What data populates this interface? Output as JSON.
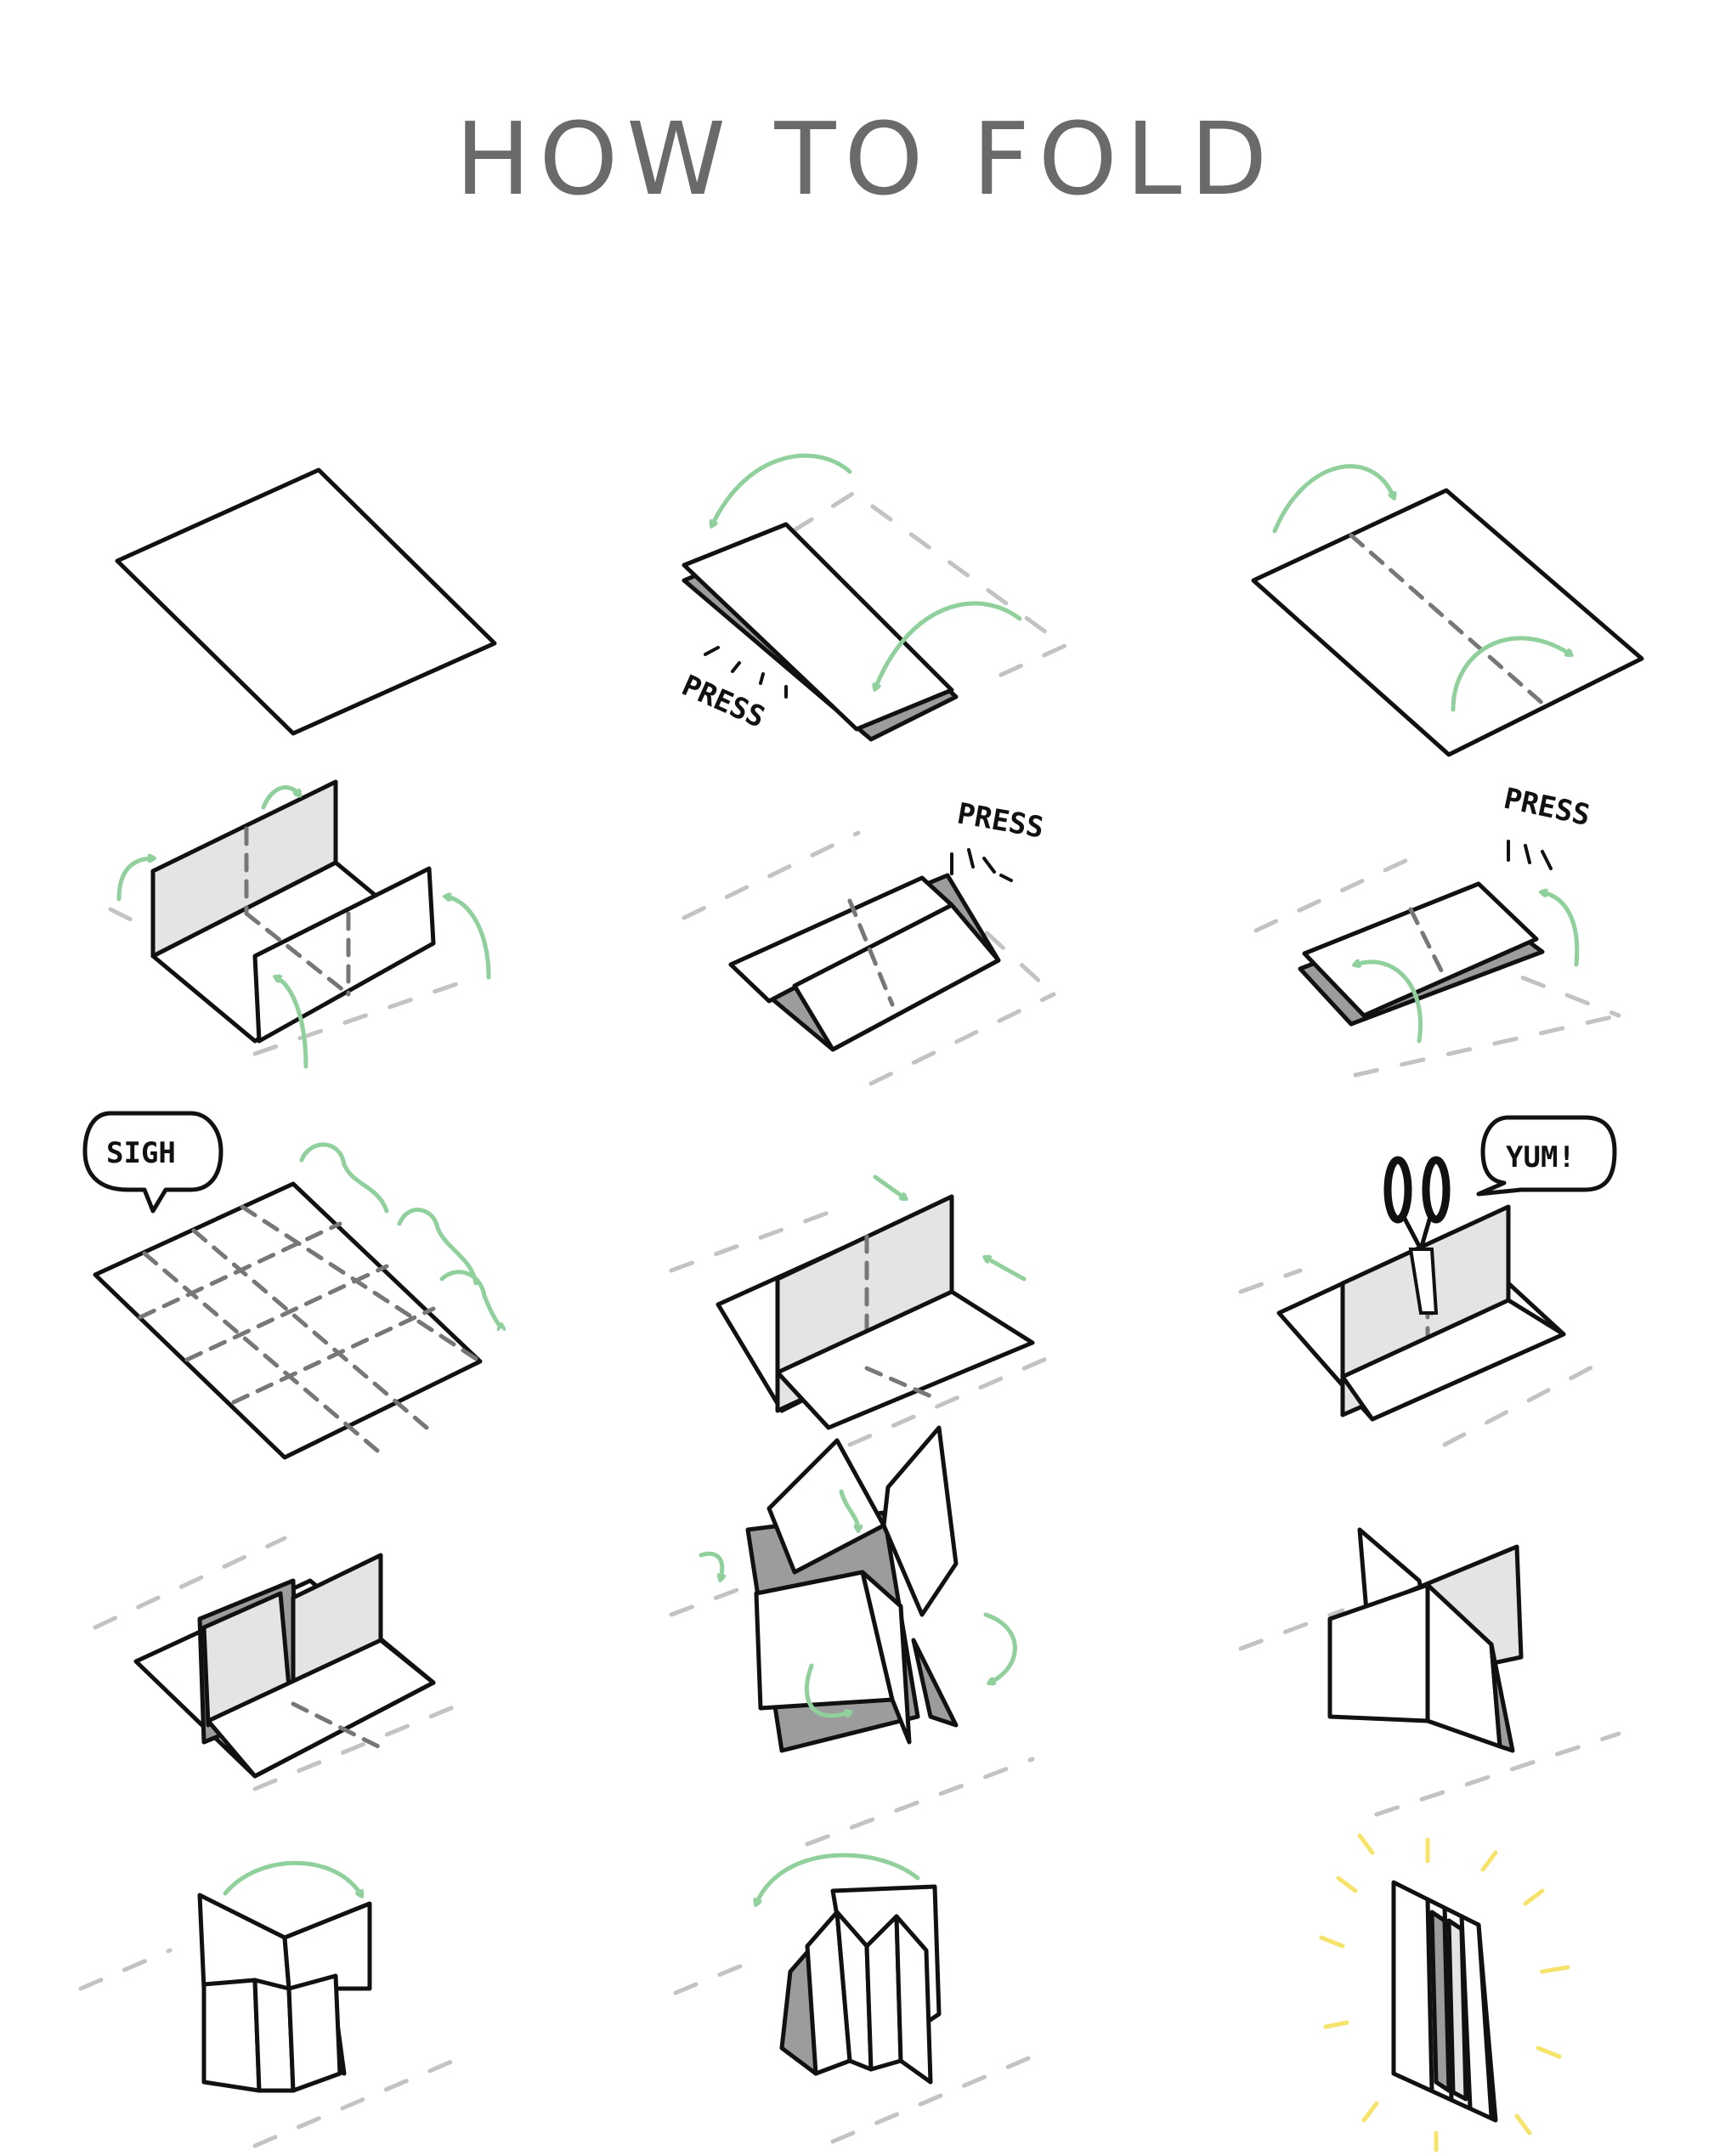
{
  "page": {
    "title": "HOW TO FOLD"
  },
  "labels": {
    "press": "PRESS",
    "sigh": "SIGH",
    "yum": "YUM!"
  },
  "colors": {
    "title": "#6a6a6a",
    "ink": "#111111",
    "arrow": "#8fd09c",
    "guide": "#c3c3c3",
    "shade": "#e4e4e4",
    "shine": "#f5e36a"
  },
  "icons": [
    "scissors-icon",
    "speech-bubble-icon",
    "curved-arrow-icon",
    "shine-rays-icon"
  ]
}
